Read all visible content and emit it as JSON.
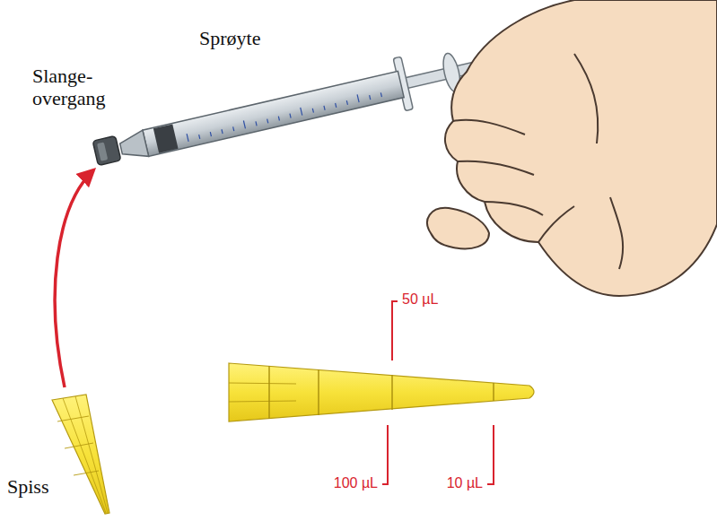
{
  "diagram": {
    "labels": [
      "Sprøyte",
      "Slange- overgang",
      "Spiss",
      "50 µL",
      "100 µL",
      "10 µL"
    ]
  }
}
